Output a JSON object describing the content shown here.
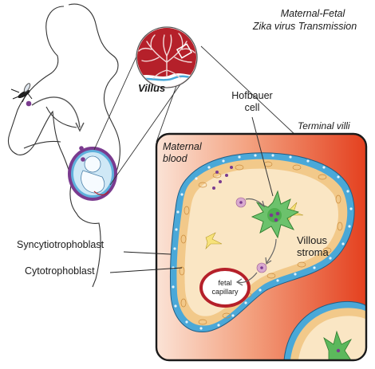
{
  "title": {
    "line1": "Maternal-Fetal",
    "line2": "Zika virus Transmission"
  },
  "labels": {
    "villus": "Villus",
    "hofbauer_line1": "Hofbauer",
    "hofbauer_line2": "cell",
    "terminal_villi": "Terminal villi",
    "maternal_line1": "Maternal",
    "maternal_line2": "blood",
    "villous_line1": "Villous",
    "villous_line2": "stroma",
    "syncytiotrophoblast": "Syncytiotrophoblast",
    "cytotrophoblast": "Cytotrophoblast",
    "fetal_line1": "fetal",
    "fetal_line2": "capillary"
  },
  "colors": {
    "maternal_blood": "#e8512e",
    "villus_red": "#b5202a",
    "syncytio_blue": "#4aa8d8",
    "cyto_orange": "#f2c98a",
    "stroma": "#fae6c4",
    "virus_purple": "#7a3b8f",
    "hofbauer_green": "#5cb85c"
  }
}
